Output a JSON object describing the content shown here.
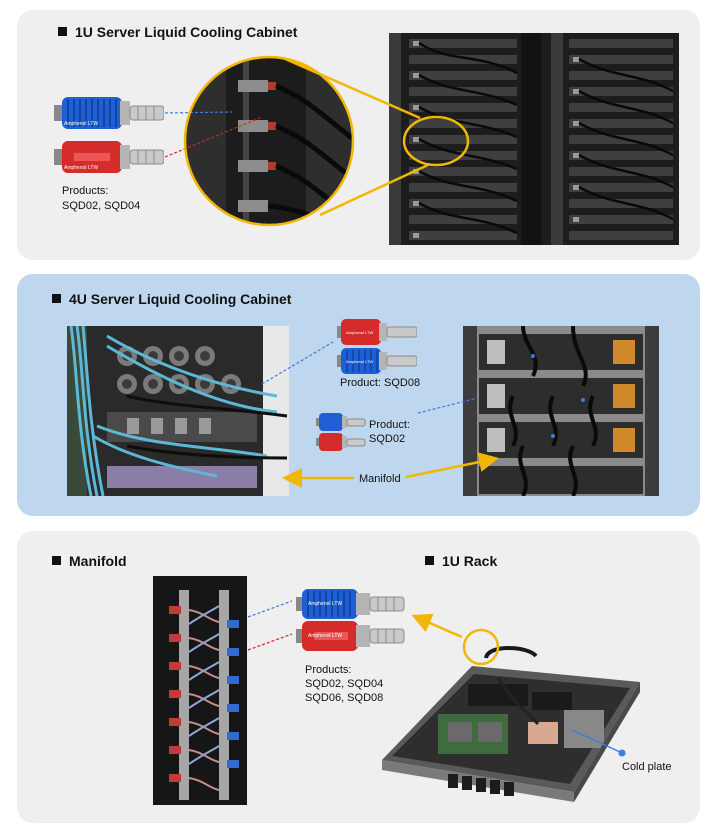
{
  "sections": {
    "cabinet_1u": {
      "title": "1U Server Liquid Cooling Cabinet",
      "products_heading": "Products:",
      "products_list": "SQD02, SQD04",
      "connector_brand": "Amphenol LTW"
    },
    "cabinet_4u": {
      "title": "4U Server Liquid Cooling Cabinet",
      "product_sqd08": "Product: SQD08",
      "product_sqd02_heading": "Product:",
      "product_sqd02_value": "SQD02",
      "manifold_label": "Manifold",
      "connector_brand": "Amphenol LTW"
    },
    "manifold": {
      "title": "Manifold"
    },
    "rack_1u": {
      "title": "1U Rack",
      "products_heading": "Products:",
      "products_line1": "SQD02, SQD04",
      "products_line2": "SQD06, SQD08",
      "cold_plate_label": "Cold plate",
      "connector_brand": "Amphenol LTW"
    }
  },
  "colors": {
    "blue_connector": "#1f5fd6",
    "red_connector": "#d62b2b",
    "callout_yellow": "#f2b705",
    "blue_dash": "#3d7be0",
    "red_dash": "#c62828",
    "panel_gray": "#efefef",
    "panel_blue": "#bfd7ee"
  }
}
